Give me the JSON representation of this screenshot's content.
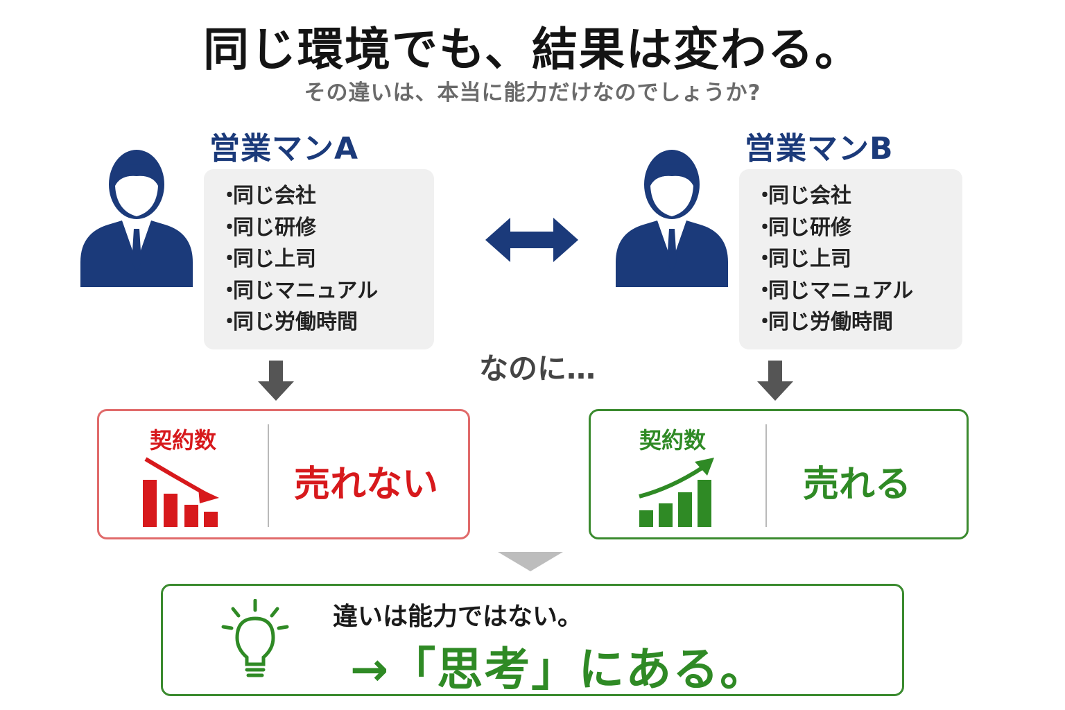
{
  "header": {
    "title": "同じ環境でも、結果は変わる。",
    "subtitle": "その違いは、本当に能力だけなのでしょうか?"
  },
  "personA": {
    "name": "営業マンA",
    "conditions": [
      "同じ会社",
      "同じ研修",
      "同じ上司",
      "同じマニュアル",
      "同じ労働時間"
    ],
    "result_label": "契約数",
    "result_text": "売れない",
    "result_color": "#d7191c"
  },
  "personB": {
    "name": "営業マンB",
    "conditions": [
      "同じ会社",
      "同じ研修",
      "同じ上司",
      "同じマニュアル",
      "同じ労働時間"
    ],
    "result_label": "契約数",
    "result_text": "売れる",
    "result_color": "#2f8a25"
  },
  "middle": {
    "connector": "なのに…"
  },
  "conclusion": {
    "line1": "違いは能力ではない。",
    "line2": "→「思考」にある。"
  },
  "icons": {
    "person": "businessman-icon",
    "compare": "double-arrow-icon",
    "down": "arrow-down-icon",
    "chart_down": "chart-decline-icon",
    "chart_up": "chart-growth-icon",
    "bulb": "lightbulb-icon"
  },
  "colors": {
    "navy": "#1b3a7a",
    "red": "#d7191c",
    "green": "#2f8a25",
    "box_gray": "#f0f0f0"
  }
}
